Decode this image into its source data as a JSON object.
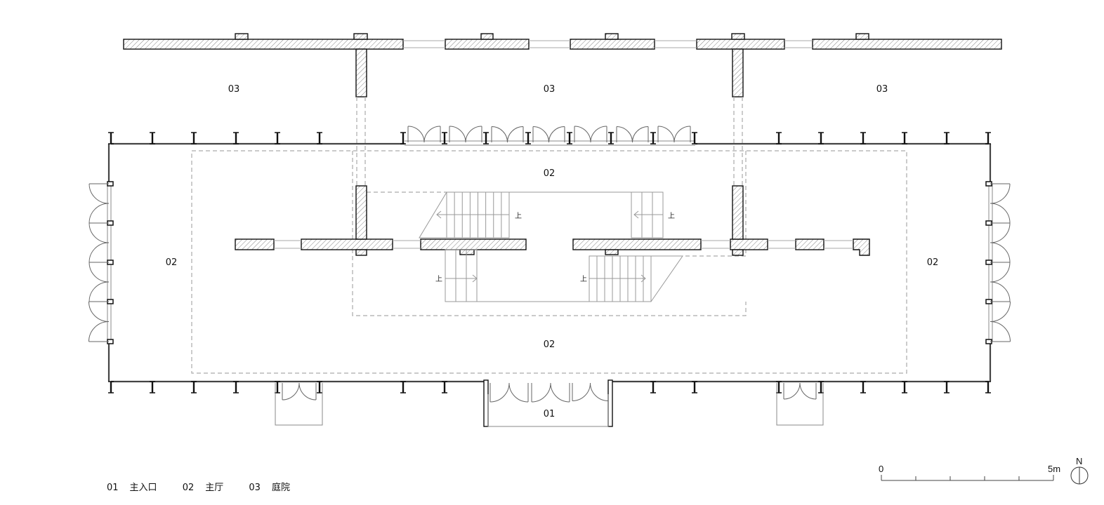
{
  "rooms": {
    "courtyard_label": "03",
    "hall_label": "02",
    "entrance_label": "01"
  },
  "stair_label": "上",
  "legend": [
    {
      "code": "01",
      "name": "主入口"
    },
    {
      "code": "02",
      "name": "主厅"
    },
    {
      "code": "03",
      "name": "庭院"
    }
  ],
  "scale_bar": {
    "start": "0",
    "end": "5m"
  },
  "north": "N"
}
